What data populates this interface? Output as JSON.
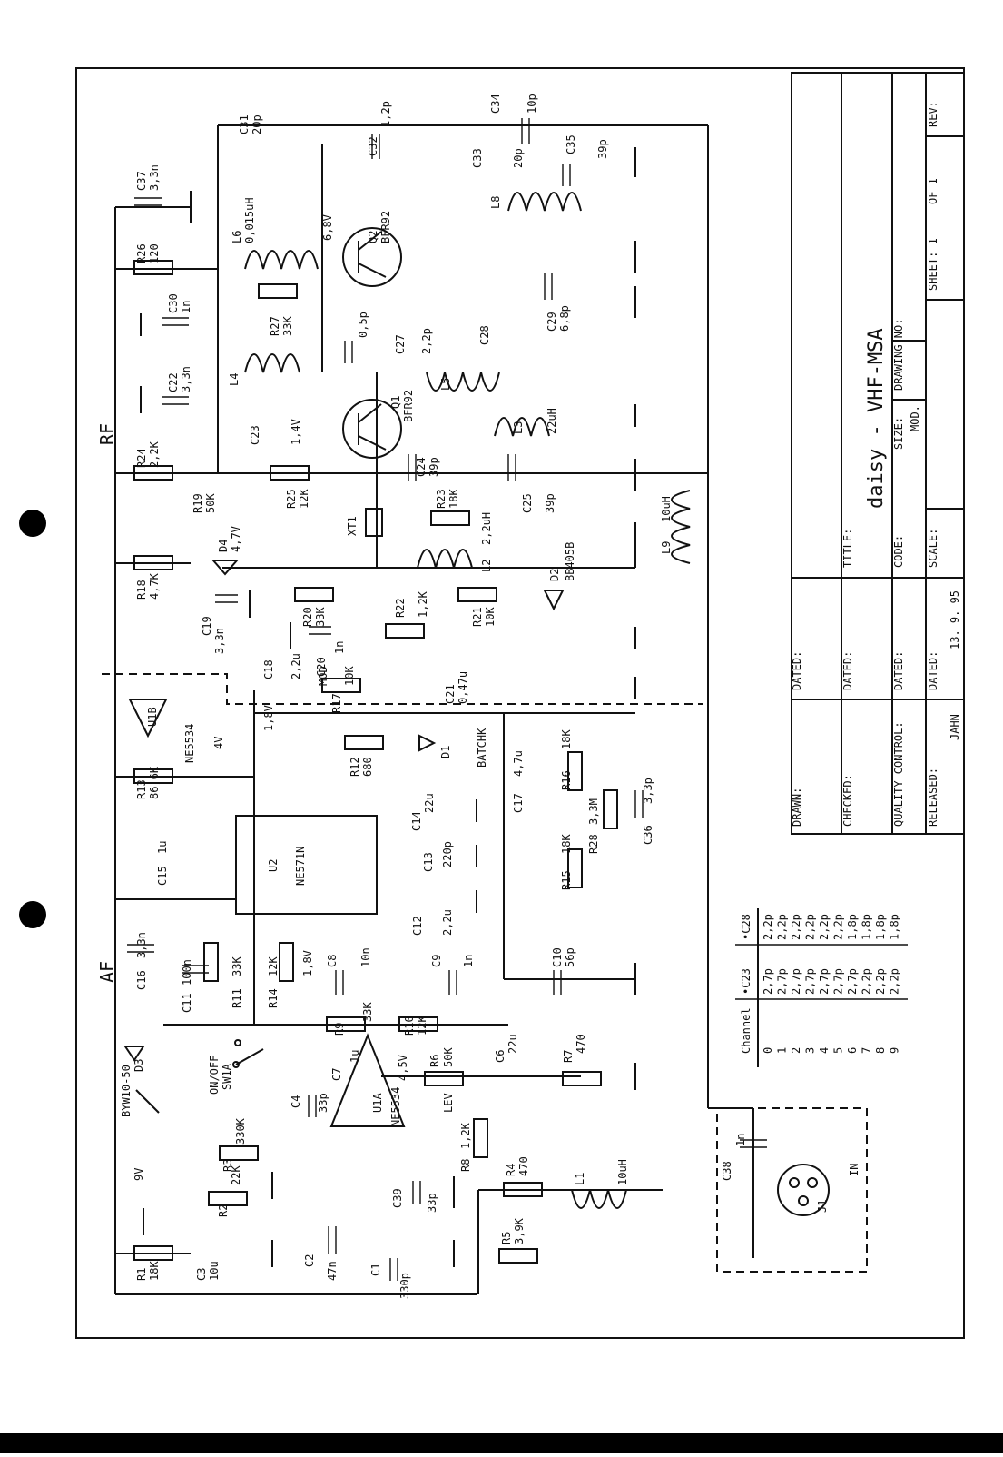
{
  "sections": {
    "rf": "RF",
    "af": "AF"
  },
  "title_block": {
    "drawn": "DRAWN:",
    "checked": "CHECKED:",
    "quality_control": "QUALITY CONTROL:",
    "released": "RELEASED:",
    "released_by": "JAHN",
    "dated": "DATED:",
    "date_value": "13. 9. 95",
    "title_label": "TITLE:",
    "title": "daisy  -  VHF-MSA",
    "code": "CODE:",
    "size": "SIZE:",
    "size_value": "MOD.",
    "drawing_no": "DRAWING NO:",
    "scale": "SCALE:",
    "sheet": "SHEET: 1",
    "of": "OF  1",
    "rev": "REV:"
  },
  "channel_table": {
    "headers": [
      "Channel",
      "•C23",
      "•C28"
    ],
    "rows": [
      [
        "0",
        "2,7p",
        "2,2p"
      ],
      [
        "1",
        "2,7p",
        "2,2p"
      ],
      [
        "2",
        "2,7p",
        "2,2p"
      ],
      [
        "3",
        "2,7p",
        "2,2p"
      ],
      [
        "4",
        "2,7p",
        "2,2p"
      ],
      [
        "5",
        "2,7p",
        "2,2p"
      ],
      [
        "6",
        "2,7p",
        "1,8p"
      ],
      [
        "7",
        "2,2p",
        "1,8p"
      ],
      [
        "8",
        "2,2p",
        "1,8p"
      ],
      [
        "9",
        "2,2p",
        "1,8p"
      ]
    ]
  },
  "components": {
    "C37": "C37",
    "C37v": "3,3n",
    "R26": "R26",
    "R26v": "120",
    "C30": "C30",
    "C30v": "1n",
    "C22": "C22",
    "C22v": "3,3n",
    "R24": "R24",
    "R24v": "2,2K",
    "R18": "R18",
    "R18v": "4,7K",
    "C19": "C19",
    "C19v": "3,3n",
    "R19": "R19",
    "R19v": "50K",
    "D4": "D4",
    "D4v": "4,7V",
    "C31": "C31",
    "C31v": "20p",
    "L6": "L6",
    "L6v": "0,015uH",
    "R27": "R27",
    "R27v": "33K",
    "L4": "L4",
    "C23": "C23",
    "R25": "R25",
    "R25v": "12K",
    "R20": "R20",
    "R20v": "33K",
    "C20": "C20",
    "C20v": "1n",
    "R22": "R22",
    "R22v": "1,2K",
    "C21": "C21",
    "C21v": "0,47u",
    "R17": "R17",
    "R17v": "10K",
    "MOD": "MOD",
    "C18": "C18",
    "C18v": "2,2u",
    "V68": "6,8V",
    "V14": "1,4V",
    "C32": "C32",
    "C32v": "1,2p",
    "Q2": "Q2",
    "Q2v": "BFR92",
    "Q1": "Q1",
    "Q1v": "BFR92",
    "C05": "0,5p",
    "C27": "C27",
    "C27v": "2,2p",
    "C24": "C24",
    "C24v": "39p",
    "XT1": "XT1",
    "R23": "R23",
    "R23v": "18K",
    "L2": "L2",
    "L2v": "2,2uH",
    "R21": "R21",
    "R21v": "10K",
    "D2": "D2",
    "D2v": "BB405B",
    "C34": "C34",
    "C34v": "10p",
    "C33": "C33",
    "C33v": "20p",
    "C35": "C35",
    "C35v": "39p",
    "L8": "L8",
    "C28": "C28",
    "L5": "L5",
    "L3": "L3",
    "L3v": "22uH",
    "C29": "C29",
    "C29v": "6,8p",
    "C25": "C25",
    "C25v": "39p",
    "L9": "L9",
    "L9v": "10uH",
    "U1B": "U1B",
    "NE5534": "NE5534",
    "V4": "4V",
    "V18": "1,8V",
    "R13": "R13",
    "R13v": "86,6K",
    "C15": "C15",
    "C15v": "1u",
    "U2": "U2",
    "U2v": "NE571N",
    "R12": "R12",
    "R12v": "680",
    "D1": "D1",
    "BATCHK": "BATCHK",
    "C14": "C14",
    "C14v": "22u",
    "C13": "C13",
    "C13v": "220p",
    "C12": "C12",
    "C12v": "2,2u",
    "C17": "C17",
    "C17v": "4,7u",
    "R16": "R16",
    "R16v": "18K",
    "R28": "R28",
    "R28v": "3,3M",
    "R15": "R15",
    "R15v": "18K",
    "C36": "C36",
    "C36v": "3,3p",
    "C16": "C16",
    "C16v": "3,3n",
    "C11": "C11",
    "C11v": "100n",
    "R11": "R11",
    "R11v": "33K",
    "R14": "R14",
    "R14v": "12K",
    "C8": "C8",
    "C8v": "10n",
    "C9": "C9",
    "C9v": "1n",
    "C10": "C10",
    "C10v": "56p",
    "R9": "R9",
    "R9v": "33K",
    "R10": "R10",
    "R10v": "12K",
    "D3": "D3",
    "D3v": "BYW10-50",
    "SW1A": "SW1A",
    "onoff": "ON/OFF",
    "C7": "C7",
    "C7v": "1u",
    "V45": "4,5V",
    "R6": "R6",
    "R6v": "50K",
    "LEV": "LEV",
    "C6": "C6",
    "C6v": "22u",
    "R7": "R7",
    "R7v": "470",
    "C4": "C4",
    "C4v": "33p",
    "U1A": "U1A",
    "R8": "R8",
    "R8v": "1,2K",
    "R3": "R3",
    "R3v": "330K",
    "R2": "R2",
    "R2v": "22K",
    "BAT": "9V",
    "R1": "R1",
    "R1v": "18K",
    "C3": "C3",
    "C3v": "10u",
    "C2": "C2",
    "C2v": "47n",
    "C1": "C1",
    "C1v": "330p",
    "C39": "C39",
    "C39v": "33p",
    "R4": "R4",
    "R4v": "470",
    "R5": "R5",
    "R5v": "3,9K",
    "L1": "L1",
    "L1v": "10uH",
    "C38": "C38",
    "C38v": "1n",
    "J1": "J1",
    "IN": "IN"
  }
}
